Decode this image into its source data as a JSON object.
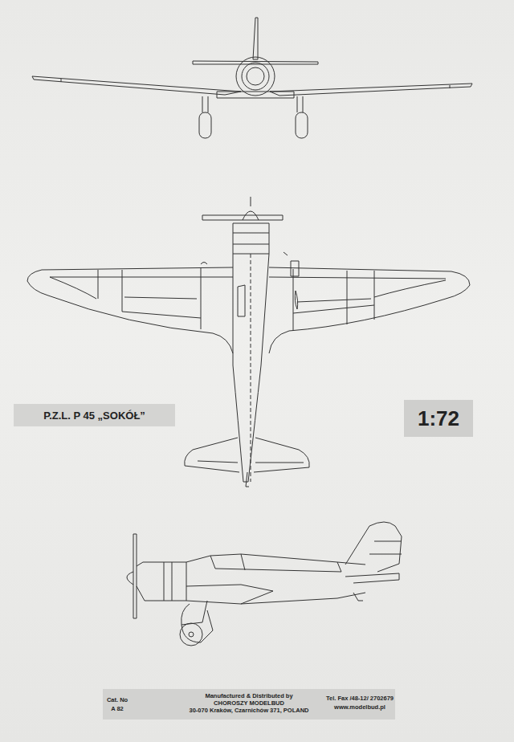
{
  "diagram": {
    "nodes": [
      {
        "text": [
          "P.Z.L. P 45 „SOKÓŁ”"
        ]
      },
      {
        "text": [
          "1:72"
        ]
      },
      {
        "text": [
          "Cat. No",
          "A 82",
          "Manufactured & Distributed by",
          "CHOROSZY MODELBUD",
          "30-070 Kraków, Czarnichów 371, POLAND",
          "Tel. Fax /48-12/ 2702679",
          "www.modelbud.pl"
        ]
      }
    ]
  }
}
